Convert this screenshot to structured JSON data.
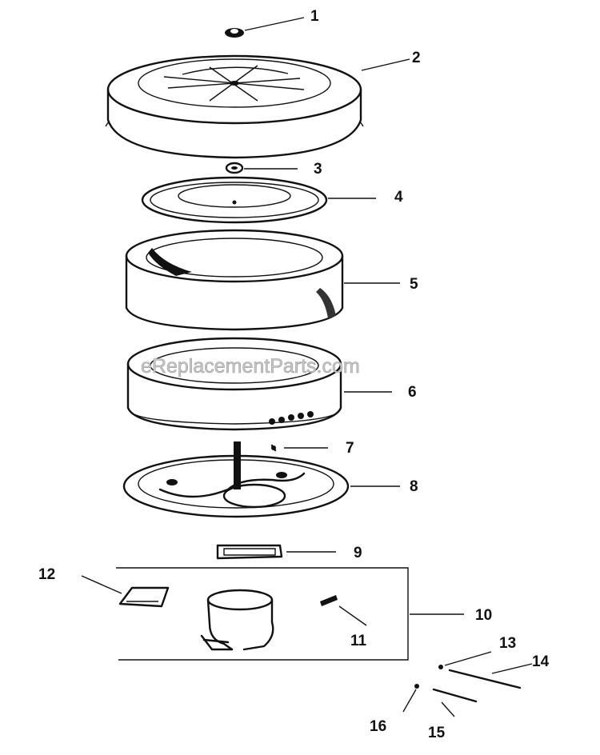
{
  "watermark": "eReplacementParts.com",
  "parts": [
    {
      "number": "1"
    },
    {
      "number": "2"
    },
    {
      "number": "3"
    },
    {
      "number": "4"
    },
    {
      "number": "5"
    },
    {
      "number": "6"
    },
    {
      "number": "7"
    },
    {
      "number": "8"
    },
    {
      "number": "9"
    },
    {
      "number": "10"
    },
    {
      "number": "11"
    },
    {
      "number": "12"
    },
    {
      "number": "13"
    },
    {
      "number": "14"
    },
    {
      "number": "15"
    },
    {
      "number": "16"
    }
  ],
  "colors": {
    "ink": "#111111",
    "watermark": "#c8c8c8",
    "background": "#ffffff"
  }
}
